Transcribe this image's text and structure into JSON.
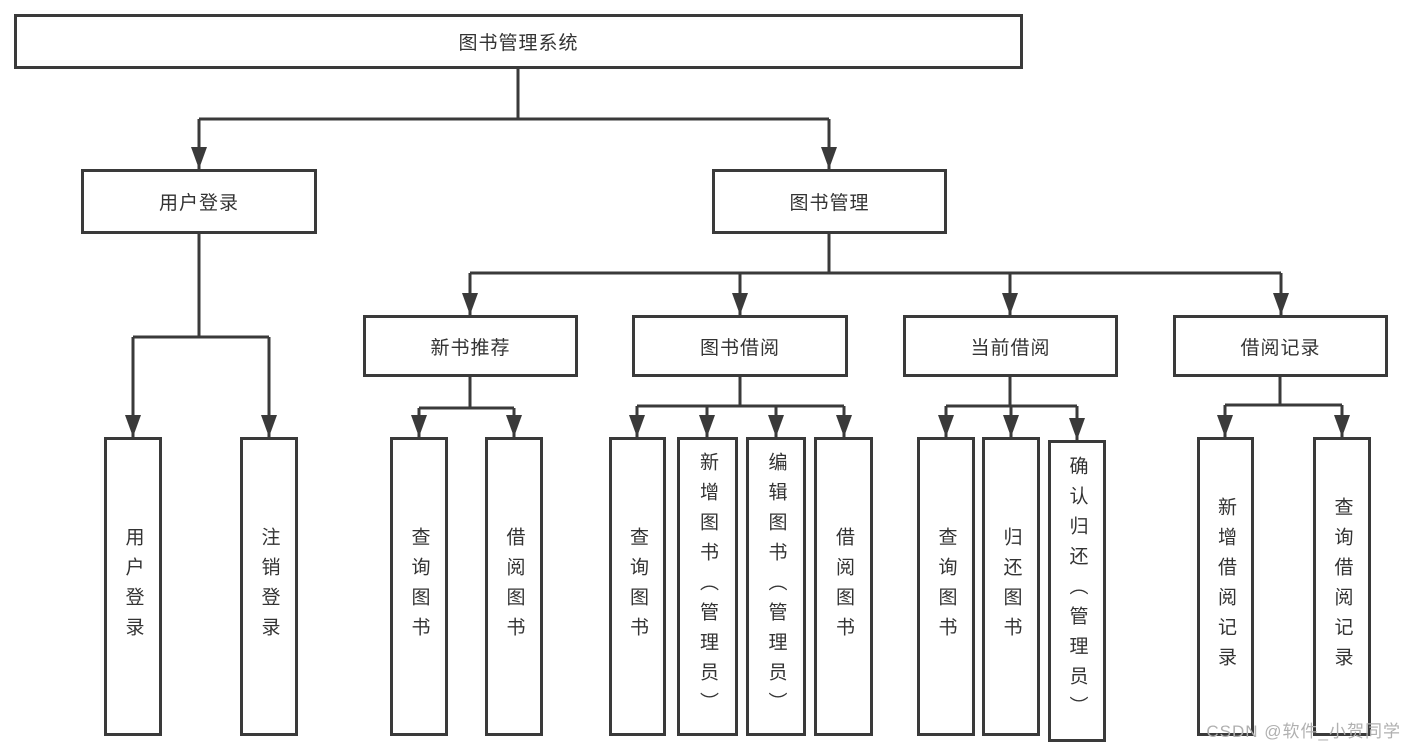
{
  "tree": {
    "root": {
      "label": "图书管理系统"
    },
    "branches": [
      {
        "label": "用户登录",
        "children": [
          {
            "label": "用户登录"
          },
          {
            "label": "注销登录"
          }
        ]
      },
      {
        "label": "图书管理",
        "children": [
          {
            "label": "新书推荐",
            "children": [
              {
                "label": "查询图书"
              },
              {
                "label": "借阅图书"
              }
            ]
          },
          {
            "label": "图书借阅",
            "children": [
              {
                "label": "查询图书"
              },
              {
                "label": "新增图书（管理员）"
              },
              {
                "label": "编辑图书（管理员）"
              },
              {
                "label": "借阅图书"
              }
            ]
          },
          {
            "label": "当前借阅",
            "children": [
              {
                "label": "查询图书"
              },
              {
                "label": "归还图书"
              },
              {
                "label": "确认归还（管理员）"
              }
            ]
          },
          {
            "label": "借阅记录",
            "children": [
              {
                "label": "新增借阅记录"
              },
              {
                "label": "查询借阅记录"
              }
            ]
          }
        ]
      }
    ]
  },
  "watermark": "CSDN @软件_小贺同学",
  "colors": {
    "line": "#3a3a3a",
    "border": "#3a3a3a",
    "text": "#333333",
    "watermark": "#b0b0b0",
    "background": "#ffffff"
  }
}
